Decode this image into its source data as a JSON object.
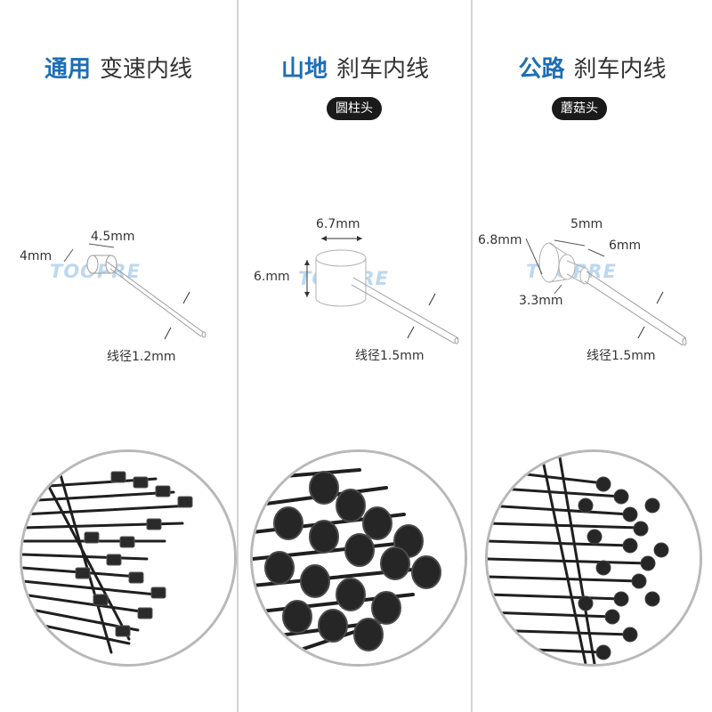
{
  "brand": {
    "watermark": "TOOPRE"
  },
  "columns": [
    {
      "heading_highlight": "通用",
      "heading_rest": "变速内线",
      "diagram": {
        "head_length": "4.5mm",
        "head_diameter": "4mm",
        "wire_diameter": "线径1.2mm"
      },
      "photo_icon": "shift-cable-ends-photo"
    },
    {
      "heading_highlight": "山地",
      "heading_rest": "刹车内线",
      "badge": "圆柱头",
      "diagram": {
        "head_diameter": "6.7mm",
        "head_length": "6.mm",
        "wire_diameter": "线径1.5mm"
      },
      "photo_icon": "cylinder-head-cable-ends-photo"
    },
    {
      "heading_highlight": "公路",
      "heading_rest": "刹车内线",
      "badge": "蘑菇头",
      "diagram": {
        "head_diameter": "6.8mm",
        "head_length": "5mm",
        "neck_length": "6mm",
        "neck_diameter": "3.3mm",
        "wire_diameter": "线径1.5mm"
      },
      "photo_icon": "mushroom-head-cable-ends-photo"
    }
  ],
  "colors": {
    "accent": "#1e6eb5",
    "badge_bg": "#1a1a1a",
    "divider": "#d2d2d2",
    "watermark": "#bcd8f0"
  }
}
